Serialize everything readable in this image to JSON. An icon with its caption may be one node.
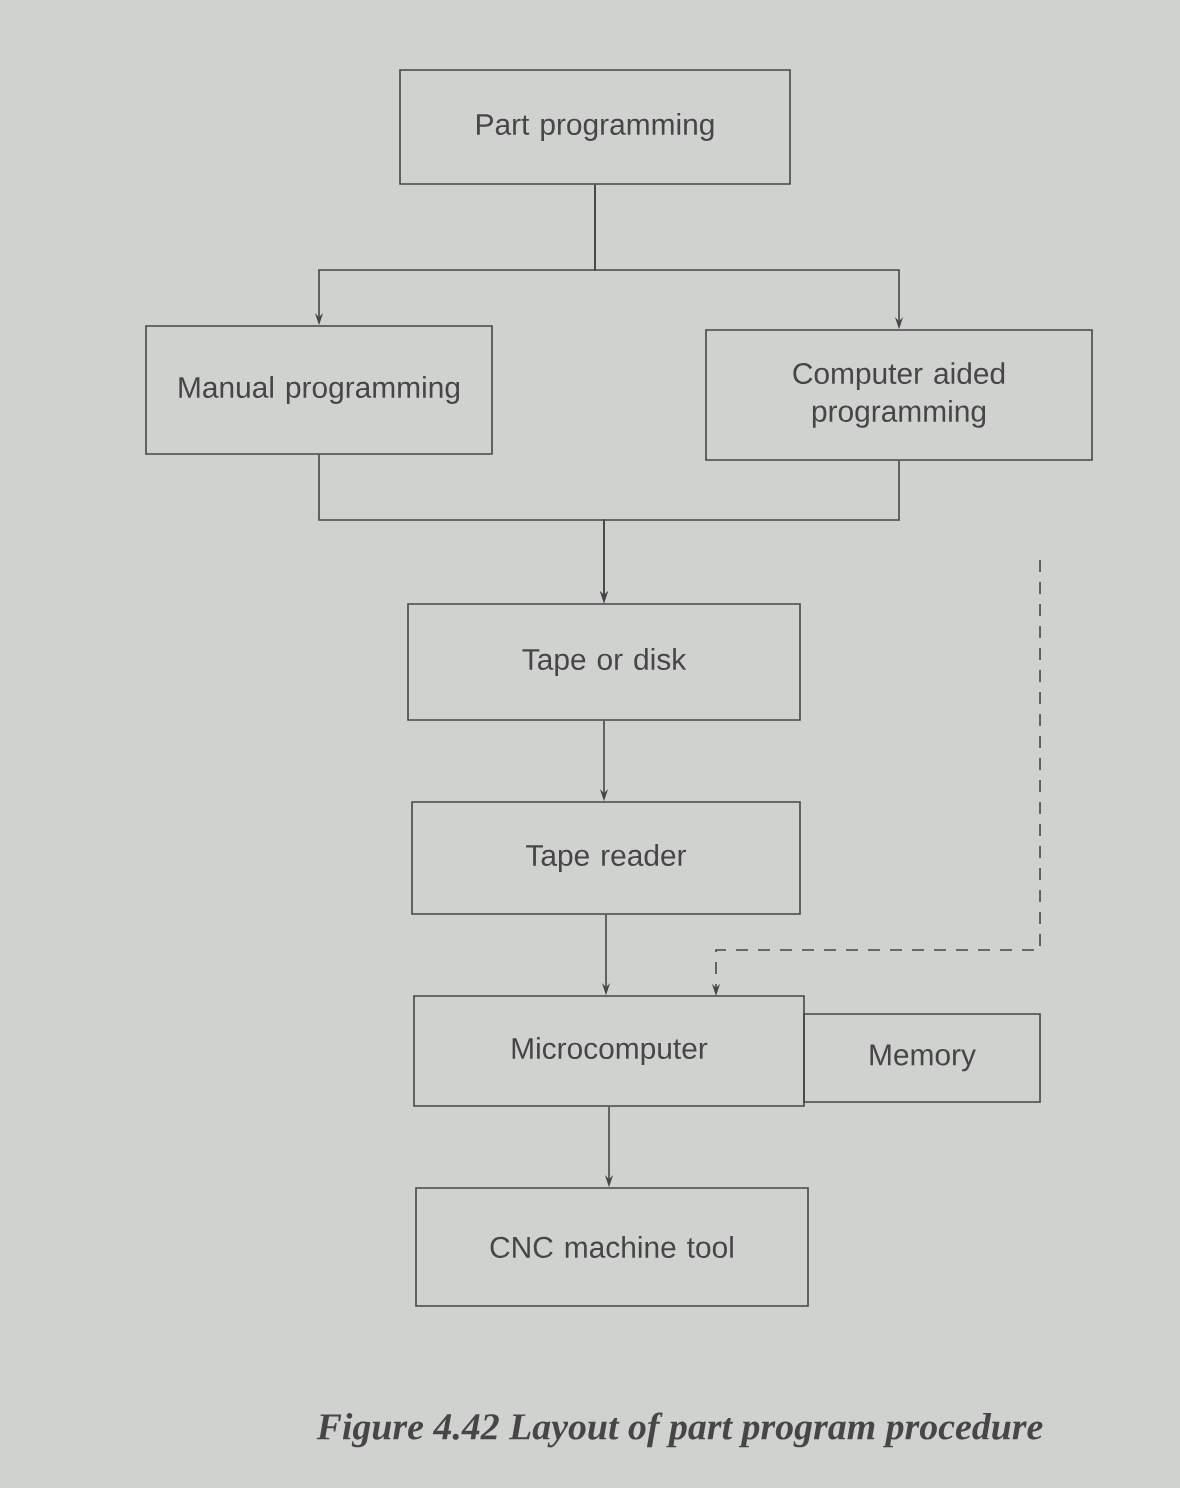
{
  "diagram": {
    "caption": "Figure 4.42 Layout of part program procedure",
    "nodes": [
      {
        "text": [
          "Part programming"
        ]
      },
      {
        "text": [
          "Manual programming"
        ]
      },
      {
        "text": [
          "Computer aided programming"
        ]
      },
      {
        "text": [
          "Tape or disk"
        ]
      },
      {
        "text": [
          "Tape reader"
        ]
      },
      {
        "text": [
          "Microcomputer"
        ]
      },
      {
        "text": [
          "Memory"
        ]
      },
      {
        "text": [
          "CNC machine tool"
        ]
      }
    ],
    "edges": [
      {
        "from": 0,
        "to": 1,
        "arrow": "to"
      },
      {
        "from": 0,
        "to": 2,
        "arrow": "to"
      },
      {
        "from": 1,
        "to": 3,
        "arrow": "to"
      },
      {
        "from": 2,
        "to": 3,
        "arrow": "to"
      },
      {
        "from": 3,
        "to": 4,
        "arrow": "to"
      },
      {
        "from": 4,
        "to": 5,
        "arrow": "to"
      },
      {
        "from": null,
        "to": 5,
        "arrow": "to",
        "style": "dashed"
      },
      {
        "from": 5,
        "to": 7,
        "arrow": "to"
      }
    ]
  }
}
